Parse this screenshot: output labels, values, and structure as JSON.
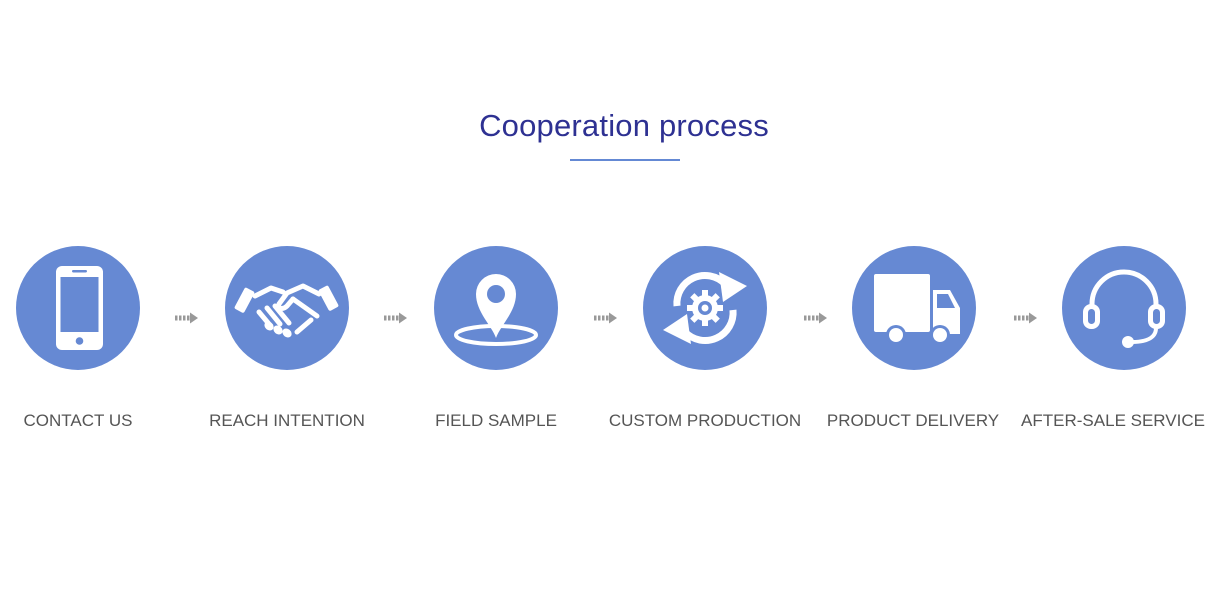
{
  "title": "Cooperation process",
  "accent_color": "#6689d3",
  "title_color": "#2e3192",
  "steps": [
    {
      "label": "CONTACT US",
      "icon": "smartphone-icon"
    },
    {
      "label": "REACH INTENTION",
      "icon": "handshake-icon"
    },
    {
      "label": "FIELD SAMPLE",
      "icon": "location-pin-icon"
    },
    {
      "label": "CUSTOM PRODUCTION",
      "icon": "gear-cycle-icon"
    },
    {
      "label": "PRODUCT DELIVERY",
      "icon": "delivery-truck-icon"
    },
    {
      "label": "AFTER-SALE SERVICE",
      "icon": "headset-icon"
    }
  ]
}
